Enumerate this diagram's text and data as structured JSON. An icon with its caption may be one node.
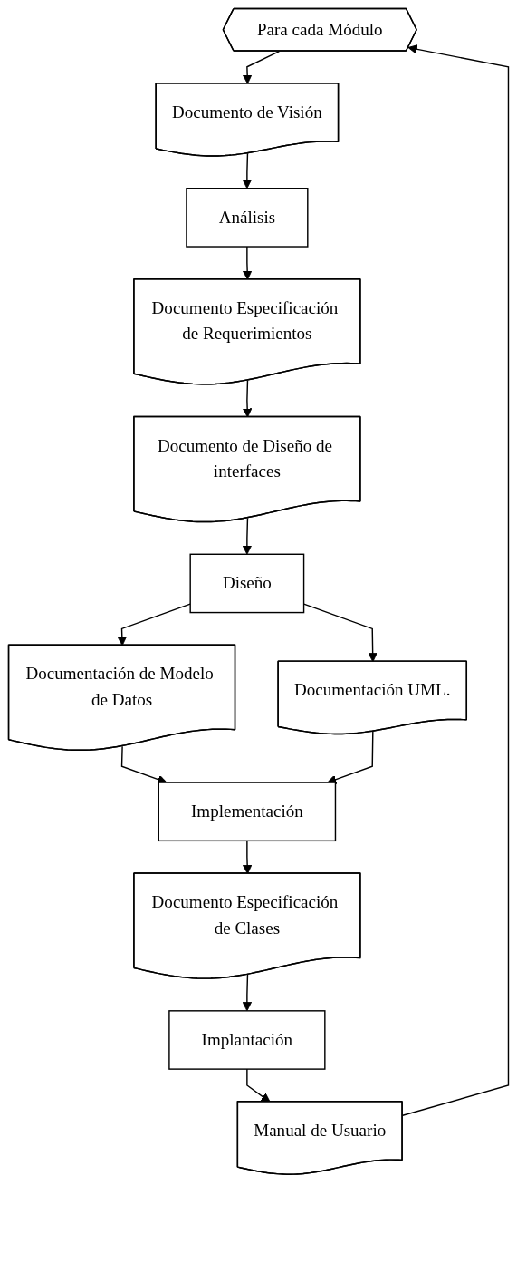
{
  "diagram": {
    "nodes": [
      {
        "text": [
          "Para cada Módulo"
        ]
      },
      {
        "text": [
          "Documento de Visión"
        ]
      },
      {
        "text": [
          "Análisis"
        ]
      },
      {
        "text": [
          "Documento Especificación de Requerimientos"
        ]
      },
      {
        "text": [
          "Documento de Diseño de interfaces"
        ]
      },
      {
        "text": [
          "Diseño"
        ]
      },
      {
        "text": [
          "Documentación de Modelo de Datos"
        ]
      },
      {
        "text": [
          "Documentación UML."
        ]
      },
      {
        "text": [
          "Implementación"
        ]
      },
      {
        "text": [
          "Documento Especificación de Clases"
        ]
      },
      {
        "text": [
          "Implantación"
        ]
      },
      {
        "text": [
          "Manual de Usuario"
        ]
      }
    ],
    "edges": [
      {
        "from": 0,
        "to": 1,
        "arrow": "to"
      },
      {
        "from": 1,
        "to": 2,
        "arrow": "to"
      },
      {
        "from": 2,
        "to": 3,
        "arrow": "to"
      },
      {
        "from": 3,
        "to": 4,
        "arrow": "to"
      },
      {
        "from": 4,
        "to": 5,
        "arrow": "to"
      },
      {
        "from": 5,
        "to": 6,
        "arrow": "to"
      },
      {
        "from": 5,
        "to": 7,
        "arrow": "to"
      },
      {
        "from": 6,
        "to": 8,
        "arrow": "to"
      },
      {
        "from": 7,
        "to": 8,
        "arrow": "to"
      },
      {
        "from": 8,
        "to": 9,
        "arrow": "to"
      },
      {
        "from": 9,
        "to": 10,
        "arrow": "to"
      },
      {
        "from": 10,
        "to": 11,
        "arrow": "to"
      },
      {
        "from": 11,
        "to": 0,
        "arrow": "to"
      }
    ]
  }
}
